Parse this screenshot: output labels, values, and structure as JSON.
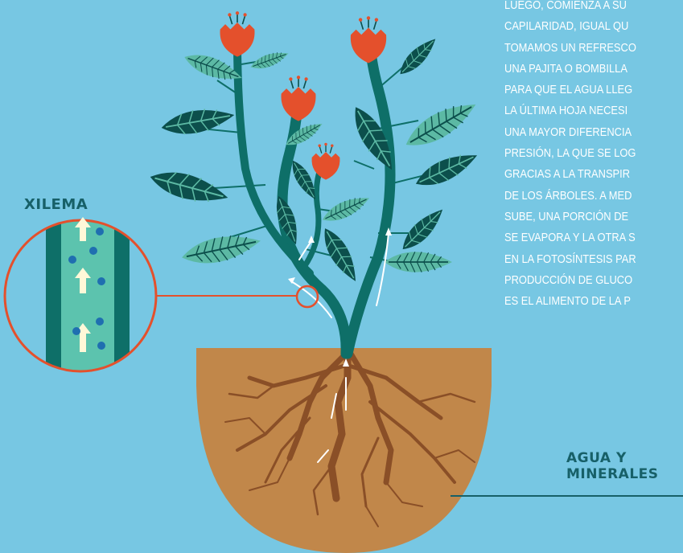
{
  "labels": {
    "xylem": "XILEMA",
    "water_minerals_line1": "AGUA Y",
    "water_minerals_line2": "MINERALES"
  },
  "body_text_lines": [
    "LUEGO, COMIENZA A SU",
    "CAPILARIDAD, IGUAL QU",
    "TOMAMOS UN REFRESCO",
    "UNA PAJITA O BOMBILLA",
    "PARA QUE EL AGUA LLEG",
    "LA ÚLTIMA HOJA NECESI",
    "UNA MAYOR DIFERENCIA",
    "PRESIÓN, LA QUE SE LOG",
    "GRACIAS A LA TRANSPIR",
    "DE LOS ÁRBOLES. A MED",
    "SUBE, UNA PORCIÓN DE",
    "SE EVAPORA Y LA OTRA S",
    "EN LA FOTOSÍNTESIS PAR",
    "PRODUCCIÓN DE GLUCO",
    "ES EL ALIMENTO DE LA P"
  ],
  "colors": {
    "background": "#77c7e3",
    "stem": "#0e6f68",
    "leaf_dark": "#0c4f4c",
    "leaf_mid": "#126b63",
    "leaf_light": "#5cb9a4",
    "flower": "#e4502c",
    "soil": "#c1874a",
    "root": "#8a4f27",
    "callout_ring": "#e4502c",
    "label_text": "#176068",
    "body_text": "#ffffff"
  },
  "icons": {
    "up_arrow": "upward-arrow-icon",
    "mineral_dot": "mineral-dot-icon"
  }
}
